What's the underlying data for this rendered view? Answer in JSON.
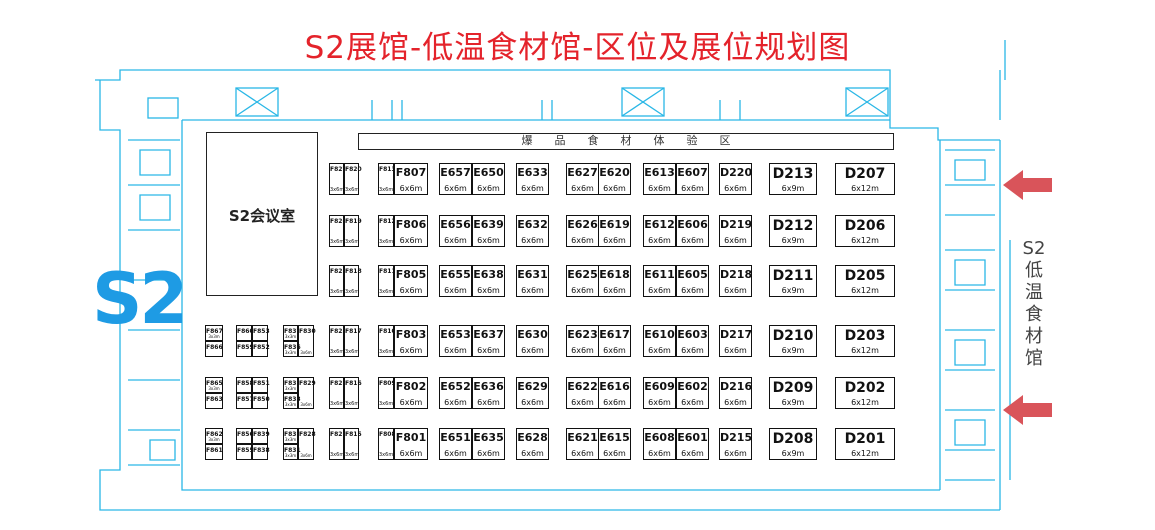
{
  "title": "S2展馆-低温食材馆-区位及展位规划图",
  "hall_logo": "S2",
  "meeting_room": "S2会议室",
  "zone_label": "爆品食材体验区",
  "side_label": [
    "S2",
    "低",
    "温",
    "食",
    "材",
    "馆"
  ],
  "colors": {
    "title": "#e4232b",
    "walls": "#2ab7e6",
    "logo": "#1e9be4",
    "arrow": "#d9545a"
  },
  "rows": [
    {
      "small_pair": [
        "F827",
        "F820"
      ],
      "f_code": "F813",
      "f_main": "F807",
      "e": [
        [
          "E657",
          "E650"
        ],
        [
          "E633"
        ],
        [
          "E627",
          "E620"
        ],
        [
          "E613",
          "E607"
        ]
      ],
      "d2": "D220",
      "d9": "D213",
      "d12": "D207"
    },
    {
      "small_pair": [
        "F826",
        "F819"
      ],
      "f_code": "F812",
      "f_main": "F806",
      "e": [
        [
          "E656",
          "E639"
        ],
        [
          "E632"
        ],
        [
          "E626",
          "E619"
        ],
        [
          "E612",
          "E606"
        ]
      ],
      "d2": "D219",
      "d9": "D212",
      "d12": "D206"
    },
    {
      "small_pair": [
        "F825",
        "F818"
      ],
      "f_code": "F811",
      "f_main": "F805",
      "e": [
        [
          "E655",
          "E638"
        ],
        [
          "E631"
        ],
        [
          "E625",
          "E618"
        ],
        [
          "E611",
          "E605"
        ]
      ],
      "d2": "D218",
      "d9": "D211",
      "d12": "D205"
    },
    {
      "small_pair": [
        "F823",
        "F817"
      ],
      "f_code": "F810",
      "f_main": "F803",
      "e": [
        [
          "E653",
          "E637"
        ],
        [
          "E630"
        ],
        [
          "E623",
          "E617"
        ],
        [
          "E610",
          "E603"
        ]
      ],
      "d2": "D217",
      "d9": "D210",
      "d12": "D203"
    },
    {
      "small_pair": [
        "F822",
        "F816"
      ],
      "f_code": "F809",
      "f_main": "F802",
      "e": [
        [
          "E652",
          "E636"
        ],
        [
          "E629"
        ],
        [
          "E622",
          "E616"
        ],
        [
          "E609",
          "E602"
        ]
      ],
      "d2": "D216",
      "d9": "D209",
      "d12": "D202"
    },
    {
      "small_pair": [
        "F821",
        "F815"
      ],
      "f_code": "F808",
      "f_main": "F801",
      "e": [
        [
          "E651",
          "E635"
        ],
        [
          "E628"
        ],
        [
          "E621",
          "E615"
        ],
        [
          "E608",
          "E601"
        ]
      ],
      "d2": "D215",
      "d9": "D208",
      "d12": "D201"
    }
  ],
  "left_clusters": [
    {
      "single": [
        "F867",
        "F866"
      ],
      "pair": [
        [
          "F860",
          "F853"
        ],
        [
          "F859",
          "F852"
        ]
      ],
      "quad": [
        [
          "F837",
          "F830"
        ],
        [
          "F836",
          ""
        ]
      ]
    },
    {
      "single": [
        "F865",
        "F863"
      ],
      "pair": [
        [
          "F858",
          "F851"
        ],
        [
          "F857",
          "F850"
        ]
      ],
      "quad": [
        [
          "F835",
          "F829"
        ],
        [
          "F833",
          ""
        ]
      ]
    },
    {
      "single": [
        "F862",
        "F861"
      ],
      "pair": [
        [
          "F856",
          "F839"
        ],
        [
          "F855",
          "F838"
        ]
      ],
      "quad": [
        [
          "F832",
          "F828"
        ],
        [
          "F831",
          ""
        ]
      ]
    }
  ],
  "sizes": {
    "s3x6": "3x6m",
    "s6x6": "6x6m",
    "s6x9": "6x9m",
    "s6x12": "6x12m",
    "s3x3": "3x3m"
  }
}
